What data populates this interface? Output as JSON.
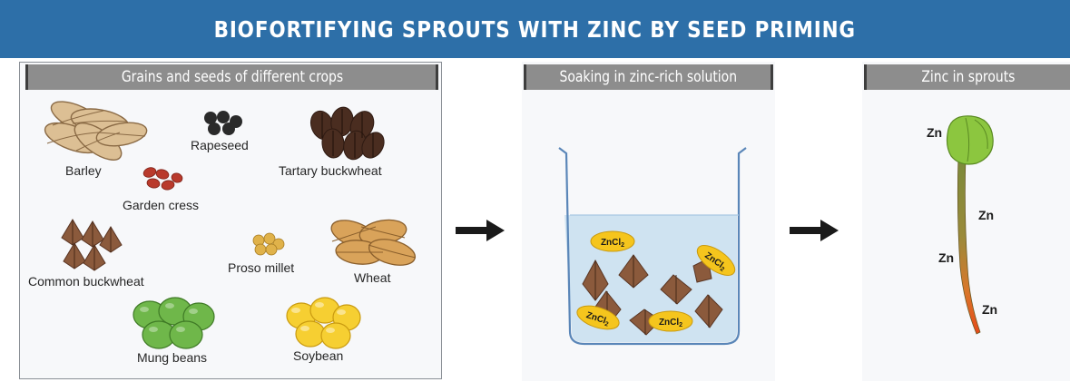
{
  "title": "BIOFORTIFYING SPROUTS WITH ZINC BY SEED PRIMING",
  "panels": {
    "grains": {
      "label": "Grains and seeds of different crops",
      "seeds": {
        "barley": "Barley",
        "rapeseed": "Rapeseed",
        "tartary_buckwheat": "Tartary buckwheat",
        "garden_cress": "Garden cress",
        "common_buckwheat": "Common buckwheat",
        "proso_millet": "Proso millet",
        "wheat": "Wheat",
        "mung_beans": "Mung beans",
        "soybean": "Soybean"
      }
    },
    "soaking": {
      "label": "Soaking in zinc-rich solution",
      "pill_text": "ZnCl",
      "pill_subscript": "2"
    },
    "sprouts": {
      "label": "Zinc in sprouts",
      "zn_label": "Zn"
    }
  },
  "colors": {
    "banner": "#2d6fa8",
    "label_box": "#8d8d8d",
    "water": "#cfe3f1",
    "zn_pill": "#f5c51d",
    "leaf": "#8cc63f",
    "buckwheat": "#8b5a3c"
  },
  "icons": [
    "arrow-right-icon",
    "beaker-icon",
    "sprout-icon"
  ]
}
